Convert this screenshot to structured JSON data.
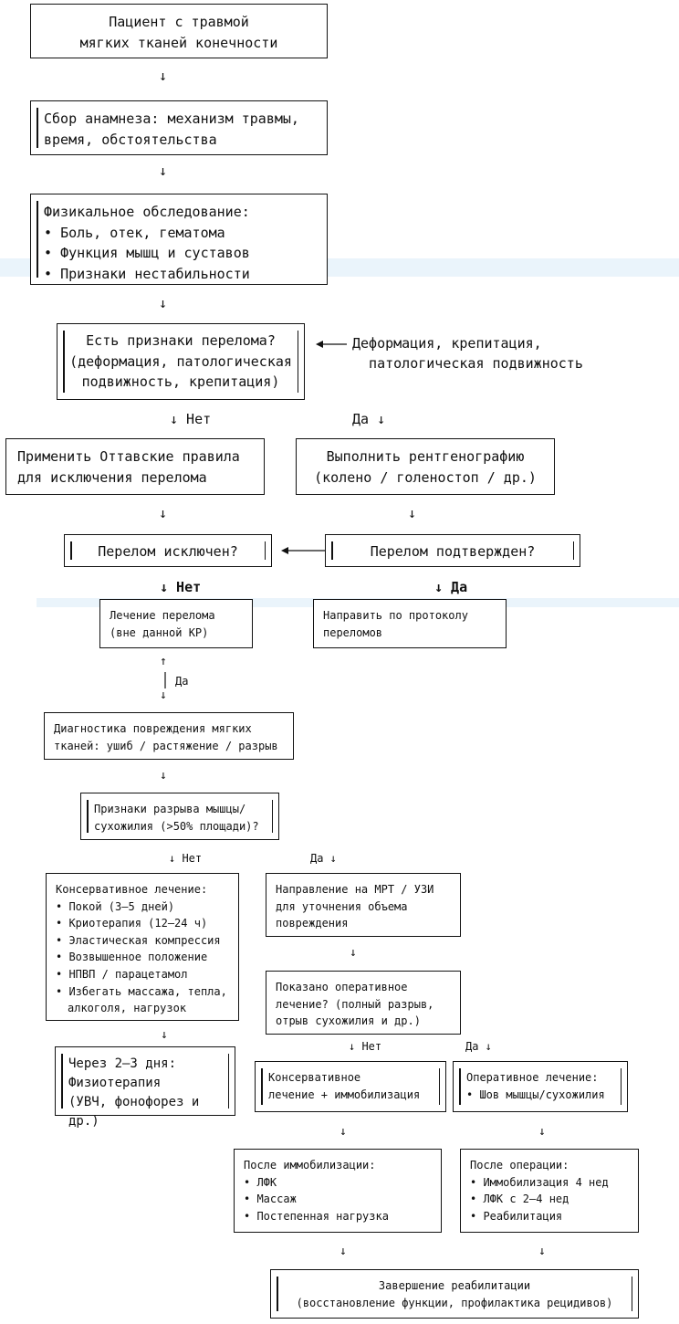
{
  "n1": {
    "text": "Пациент с травмой\nмягких тканей конечности"
  },
  "n2": {
    "text": "Сбор анамнеза: механизм травмы,\nвремя, обстоятельства"
  },
  "n3": {
    "title": "Физикальное обследование:",
    "items": [
      "Боль, отек, гематома",
      "Функция мышц и суставов",
      "Признаки нестабильности"
    ]
  },
  "n4": {
    "text": "Есть признаки перелома?\n(деформация, патологическая\nподвижность, крепитация)"
  },
  "n4_note": "Деформация, крепитация,\n  патологическая подвижность",
  "l_no_1": "↓ Нет",
  "l_yes_1": "Да ↓",
  "n5": {
    "text": "Применить Оттавские правила\nдля исключения перелома"
  },
  "n6": {
    "text": "Выполнить рентгенографию\n(колено / голеностоп / др.)"
  },
  "n7": {
    "text": "Перелом исключен?"
  },
  "n8": {
    "text": "Перелом подтвержден?"
  },
  "l_no_2": "↓ Нет",
  "l_yes_2": "↓ Да",
  "n9": {
    "text": "Лечение перелома\n(вне данной КР)"
  },
  "n10": {
    "text": "Направить по протоколу\nпереломов"
  },
  "l_yes_3": "Да",
  "n11": {
    "text": "Диагностика повреждения мягких\nтканей: ушиб / растяжение / разрыв"
  },
  "n12": {
    "text": "Признаки разрыва мышцы/\nсухожилия (>50% площади)?"
  },
  "l_no_4": "↓ Нет",
  "l_yes_4": "Да ↓",
  "n13": {
    "title": "Консервативное лечение:",
    "items": [
      "Покой (3–5 дней)",
      "Криотерапия (12–24 ч)",
      "Эластическая компрессия",
      "Возвышенное положение",
      "НПВП / парацетамол",
      "Избегать массажа, тепла,"
    ],
    "tail": "алкоголя, нагрузок"
  },
  "n14": {
    "text": "Направление на МРТ / УЗИ\nдля уточнения объема\nповреждения"
  },
  "n15": {
    "text": "Показано оперативное\nлечение? (полный разрыв,\nотрыв сухожилия и др.)"
  },
  "l_no_5": "↓ Нет",
  "l_yes_5": "Да ↓",
  "n16": {
    "text": "Через 2–3 дня:\nФизиотерапия\n(УВЧ, фонофорез и др.)"
  },
  "n17": {
    "text": "Консервативное\n лечение + иммобилизация"
  },
  "n18": {
    "title": "Оперативное лечение:",
    "items": [
      "Шов мышцы/сухожилия"
    ]
  },
  "n19": {
    "title": "После иммобилизации:",
    "items": [
      "ЛФК",
      "Массаж",
      "Постепенная нагрузка"
    ]
  },
  "n20": {
    "title": "После операции:",
    "items": [
      "Иммобилизация 4 нед",
      "ЛФК с 2–4 нед",
      "Реабилитация"
    ]
  },
  "n21": {
    "text": "Завершение реабилитации\n(восстановление функции, профилактика рецидивов)"
  }
}
